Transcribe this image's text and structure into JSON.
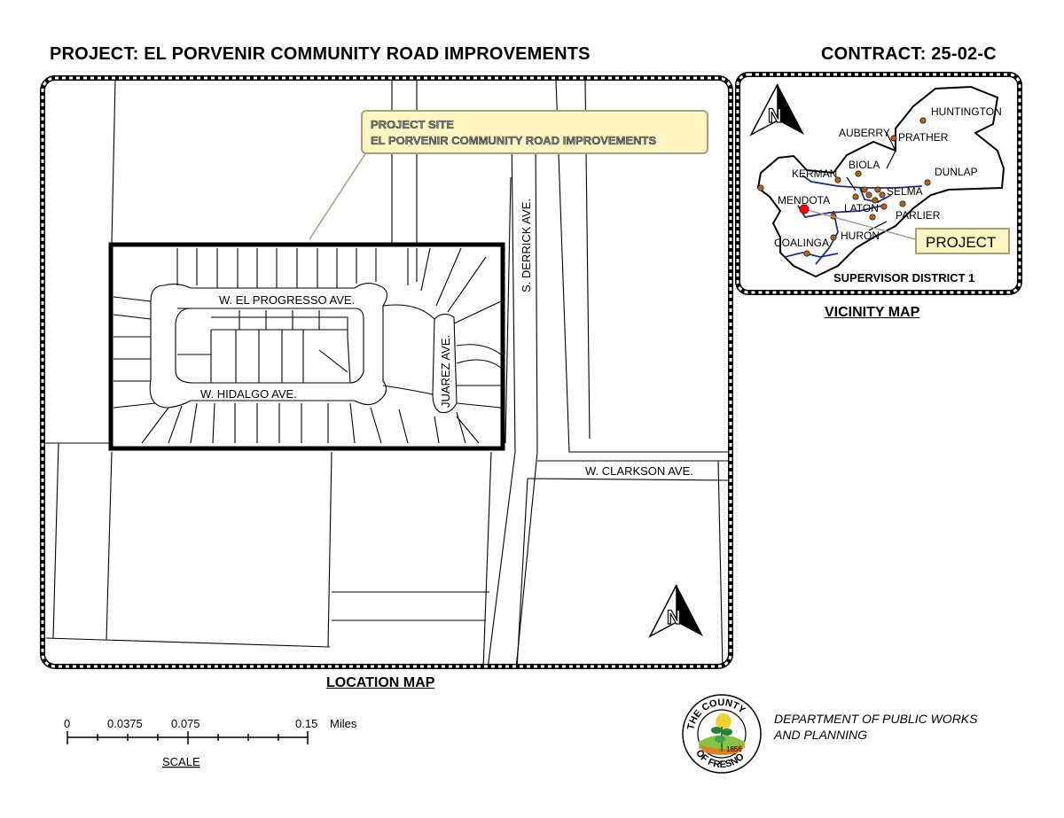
{
  "header": {
    "project_title": "PROJECT:  EL PORVENIR COMMUNITY ROAD IMPROVEMENTS",
    "contract": "CONTRACT: 25-02-C"
  },
  "location_map": {
    "caption": "LOCATION MAP",
    "callout_line1": "PROJECT SITE",
    "callout_line2": "EL PORVENIR COMMUNITY ROAD IMPROVEMENTS",
    "streets": {
      "el_progresso": "W. EL PROGRESSO AVE.",
      "hidalgo": "W. HIDALGO AVE.",
      "juarez": "JUAREZ AVE.",
      "derrick": "S. DERRICK AVE.",
      "clarkson": "W. CLARKSON AVE."
    },
    "north_label": "N"
  },
  "vicinity_map": {
    "caption": "VICINITY MAP",
    "district_label": "SUPERVISOR DISTRICT 1",
    "project_label": "PROJECT",
    "north_label": "N",
    "towns": {
      "huntington": "HUNTINGTON",
      "auberry": "AUBERRY",
      "prather": "PRATHER",
      "kerman": "KERMAN",
      "biola": "BIOLA",
      "dunlap": "DUNLAP",
      "mendota": "MENDOTA",
      "selma": "SELMA",
      "laton": "LATON",
      "parlier": "PARLIER",
      "coalinga": "COALINGA",
      "huron": "HURON"
    }
  },
  "scale_bar": {
    "ticks": [
      "0",
      "0.0375",
      "0.075",
      "0.15"
    ],
    "unit": "Miles",
    "label": "SCALE"
  },
  "seal": {
    "top_text": "THE COUNTY",
    "bottom_text": "OF FRESNO",
    "year": "1856"
  },
  "department": {
    "line1": "DEPARTMENT OF PUBLIC WORKS",
    "line2": "AND PLANNING"
  },
  "colors": {
    "callout_fill": "#fdf6c3",
    "callout_border": "#a3a081",
    "project_dot": "#ff0000",
    "town_dot": "#b3621f",
    "river": "#1f2f7a"
  }
}
